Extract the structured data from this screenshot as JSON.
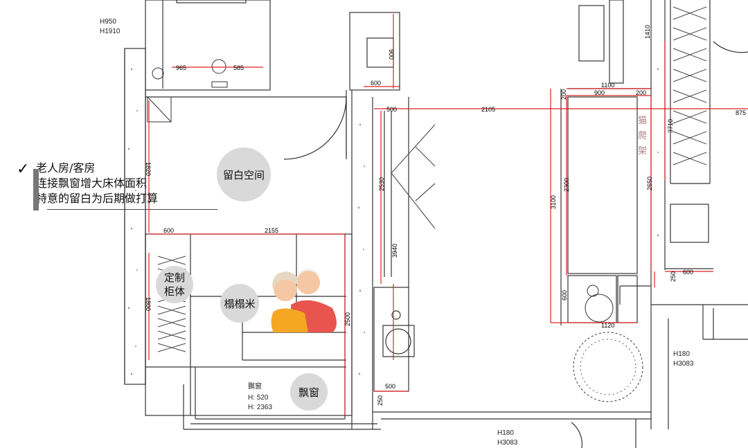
{
  "note": {
    "title": "老人房/客房",
    "line2": "连接飘窗增大床体面积",
    "line3": "特意的留白为后期做打算"
  },
  "bubbles": {
    "blank_space": "留白空间",
    "cabinet_line1": "定制",
    "cabinet_line2": "柜体",
    "tatami": "榻榻米",
    "bay_window": "飘窗"
  },
  "labels": {
    "h950": "H950",
    "h1910": "H1910",
    "bay_title": "飘窗",
    "bay_h": "H: 520",
    "bay_l": "H: 2363",
    "right_h180": "H180",
    "right_h3083": "H3083",
    "bottom_h180": "H180",
    "bottom_h3083": "H3083",
    "cat_shelf_1": "猫",
    "cat_shelf_2": "爬",
    "cat_shelf_3": "架"
  },
  "dims": {
    "d965": "965",
    "d585": "585",
    "d900a": "900",
    "d600a": "600",
    "d500a": "500",
    "d2105": "2105",
    "d1100": "1100",
    "d900b": "900",
    "d200a": "200",
    "d200b": "200",
    "d1410": "1410",
    "d3710": "3710",
    "d875": "875",
    "d1820": "1820",
    "d600b": "600",
    "d2155": "2155",
    "d2530": "2530",
    "d3940": "3940",
    "d1800": "1800",
    "d2500": "2500",
    "d500b": "500",
    "d250a": "250",
    "d3100": "3100",
    "d2300": "2300",
    "d2650": "2650",
    "d600c": "600",
    "d1120": "1120",
    "d250b": "250",
    "d600d": "600"
  }
}
